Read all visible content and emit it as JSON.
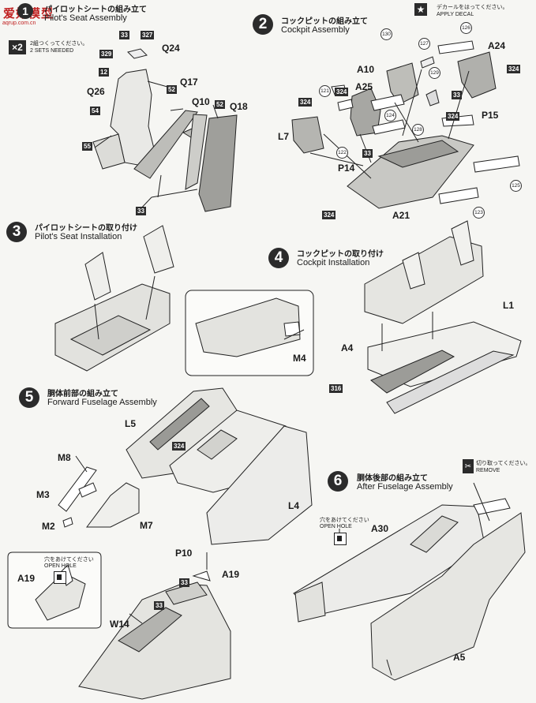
{
  "watermark": {
    "logo_text": "爱好模型",
    "url": "aqrup.com.cn"
  },
  "seat_assembly": {
    "step_number": "1",
    "title_jp": "パイロットシートの組み立て",
    "title_en": "Pilot's Seat Assembly",
    "multiplier": "×2",
    "multiplier_note_jp": "2組つくってください。",
    "multiplier_note_en": "2 SETS NEEDED",
    "labels": [
      "33",
      "327",
      "329",
      "Q24",
      "12",
      "Q17",
      "Q26",
      "52",
      "Q10",
      "52",
      "Q18",
      "54",
      "55",
      "33"
    ]
  },
  "cockpit_assembly": {
    "step_number": "2",
    "title_jp": "コックピットの組み立て",
    "title_en": "Cockpit Assembly",
    "decal_note_jp": "デカールをはってください。",
    "decal_note_en": "APPLY DECAL",
    "labels": [
      "130",
      "127",
      "126",
      "A24",
      "324",
      "A10",
      "129",
      "A25",
      "121",
      "324",
      "33",
      "P15",
      "324",
      "124",
      "324",
      "128",
      "L7",
      "122",
      "33",
      "P14",
      "125",
      "324",
      "123",
      "A21"
    ]
  },
  "seat_installation": {
    "step_number": "3",
    "title_jp": "パイロットシートの取り付け",
    "title_en": "Pilot's Seat Installation"
  },
  "cockpit_installation": {
    "step_number": "4",
    "title_jp": "コックピットの取り付け",
    "title_en": "Cockpit Installation",
    "labels": [
      "L1",
      "A4",
      "316"
    ]
  },
  "forward_fuselage": {
    "step_number": "5",
    "title_jp": "胴体前部の組み立て",
    "title_en": "Forward Fuselage Assembly",
    "labels": [
      "M4",
      "L5",
      "324",
      "M8",
      "M3",
      "M2",
      "M7",
      "L4"
    ],
    "inset_labels": [
      "A19",
      "P10",
      "33",
      "A19",
      "33",
      "W14"
    ],
    "open_hole_jp": "穴をあけてください",
    "open_hole_en": "OPEN HOLE"
  },
  "after_fuselage": {
    "step_number": "6",
    "title_jp": "胴体後部の組み立て",
    "title_en": "After Fuselage Assembly",
    "remove_jp": "切り取ってください。",
    "remove_en": "REMOVE",
    "open_hole_jp": "穴をあけてください",
    "open_hole_en": "OPEN HOLE",
    "labels": [
      "A30",
      "A5"
    ]
  }
}
